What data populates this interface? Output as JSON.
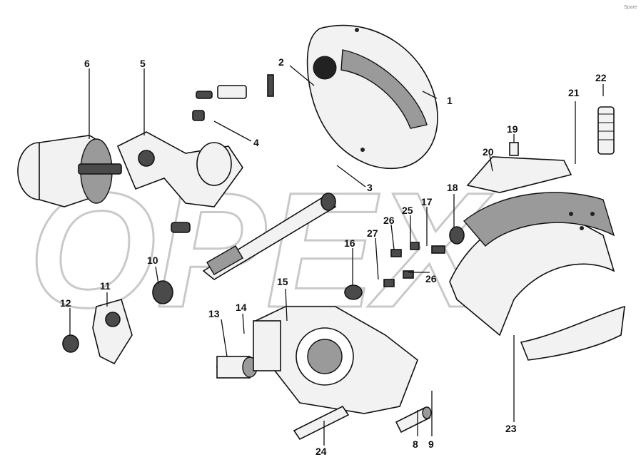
{
  "watermark": {
    "text": "OPEX"
  },
  "corner_mark": "Spare",
  "callouts": [
    {
      "id": "1",
      "label": "1"
    },
    {
      "id": "2",
      "label": "2"
    },
    {
      "id": "3",
      "label": "3"
    },
    {
      "id": "4",
      "label": "4"
    },
    {
      "id": "5",
      "label": "5"
    },
    {
      "id": "6",
      "label": "6"
    },
    {
      "id": "8",
      "label": "8"
    },
    {
      "id": "9",
      "label": "9"
    },
    {
      "id": "10",
      "label": "10"
    },
    {
      "id": "11",
      "label": "11"
    },
    {
      "id": "12",
      "label": "12"
    },
    {
      "id": "13",
      "label": "13"
    },
    {
      "id": "14",
      "label": "14"
    },
    {
      "id": "15",
      "label": "15"
    },
    {
      "id": "16",
      "label": "16"
    },
    {
      "id": "17",
      "label": "17"
    },
    {
      "id": "18",
      "label": "18"
    },
    {
      "id": "19",
      "label": "19"
    },
    {
      "id": "20",
      "label": "20"
    },
    {
      "id": "21",
      "label": "21"
    },
    {
      "id": "22",
      "label": "22"
    },
    {
      "id": "23",
      "label": "23"
    },
    {
      "id": "24",
      "label": "24"
    },
    {
      "id": "25",
      "label": "25"
    },
    {
      "id": "26a",
      "label": "26"
    },
    {
      "id": "26b",
      "label": "26"
    },
    {
      "id": "27",
      "label": "27"
    }
  ]
}
